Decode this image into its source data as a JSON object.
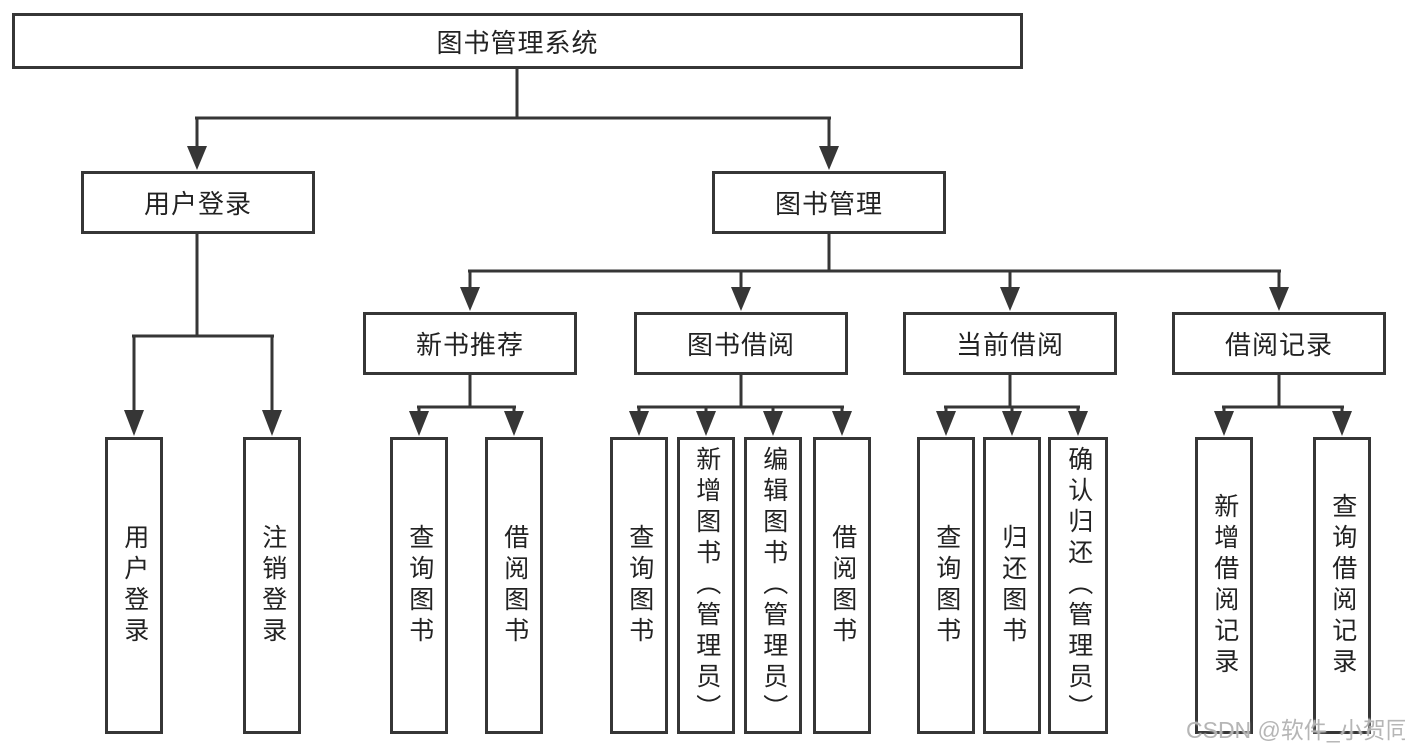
{
  "colors": {
    "line": "#363636",
    "box_border": "#363636",
    "text": "#222222",
    "background": "#ffffff",
    "watermark": "#b2b2b2"
  },
  "diagram": {
    "title": "图书管理系统",
    "nodes": {
      "user_login": "用户登录",
      "book_management": "图书管理",
      "new_book_recommend": "新书推荐",
      "book_borrow": "图书借阅",
      "current_borrow": "当前借阅",
      "borrow_record": "借阅记录"
    },
    "leaves": {
      "user_login": [
        "用户登录",
        "注销登录"
      ],
      "new_book_recommend": [
        "查询图书",
        "借阅图书"
      ],
      "book_borrow": [
        "查询图书",
        "新增图书（管理员）",
        "编辑图书（管理员）",
        "借阅图书"
      ],
      "current_borrow": [
        "查询图书",
        "归还图书",
        "确认归还（管理员）"
      ],
      "borrow_record": [
        "新增借阅记录",
        "查询借阅记录"
      ]
    }
  },
  "watermark": {
    "text": "CSDN @软件_小贺同学"
  }
}
